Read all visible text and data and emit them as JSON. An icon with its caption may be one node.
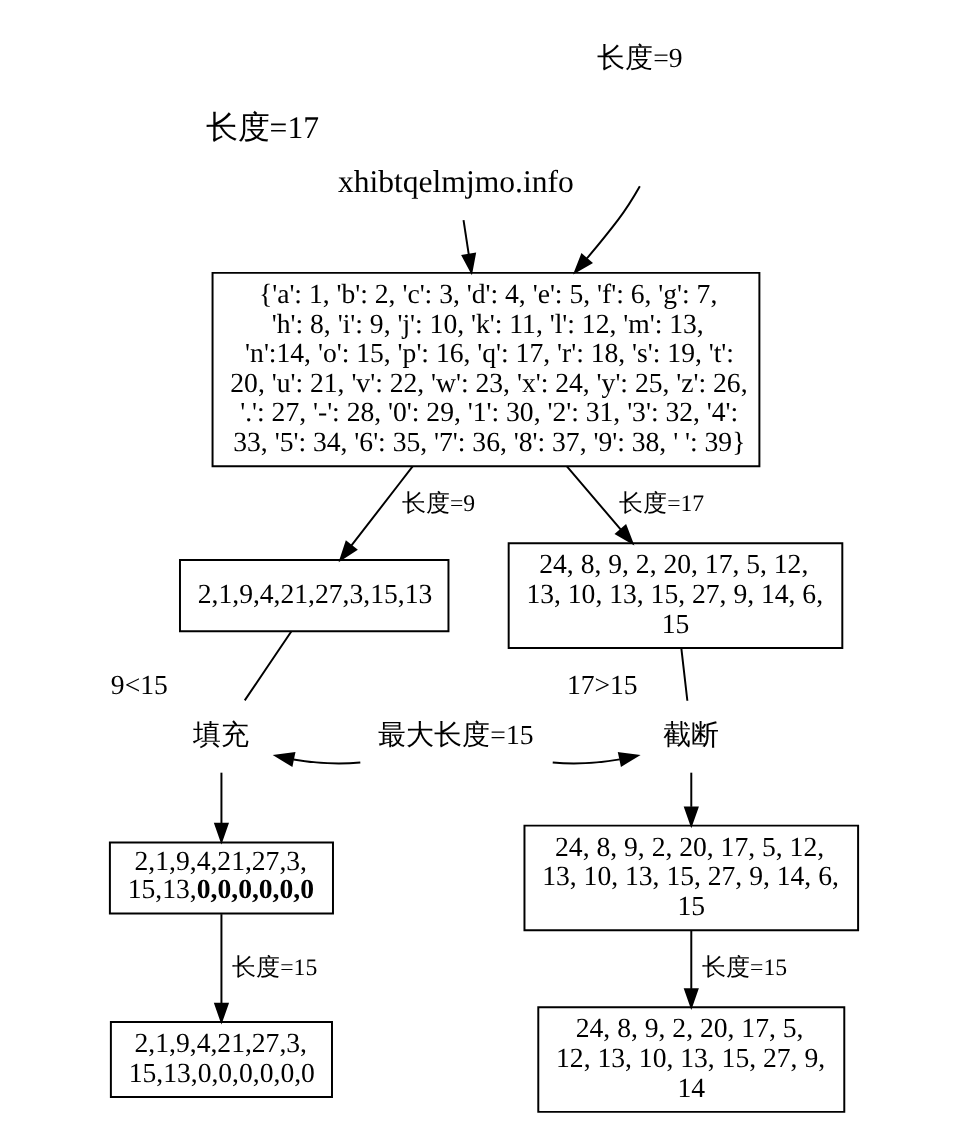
{
  "diagram": {
    "nodes": [
      {
        "text": [
          "xhibtqelmjmo.info"
        ],
        "beside": [
          "长度=17"
        ]
      },
      {
        "text": [
          "{'a': 1, 'b': 2, 'c': 3, 'd': 4, 'e': 5, 'f': 6, 'g': 7, 'h': 8, 'i': 9, 'j': 10, 'k': 11, 'l': 12, 'm': 13, 'n':14, 'o': 15, 'p': 16, 'q': 17, 'r': 18, 's': 19, 't': 20, 'u': 21, 'v': 22, 'w': 23, 'x': 24, 'y': 25, 'z': 26, '.': 27, '-': 28, '0': 29, '1': 30, '2': 31, '3': 32, '4': 33, '5': 34, '6': 35, '7': 36, '8': 37, '9': 38, ' ': 39}"
        ]
      },
      {
        "text": [
          "2,1,9,4,21,27,3,15,13"
        ]
      },
      {
        "text": [
          "24, 8, 9, 2, 20, 17, 5, 12, 13, 10, 13, 15, 27, 9, 14, 6, 15"
        ]
      },
      {
        "text": [
          "填充"
        ],
        "beside": [
          "9<15"
        ]
      },
      {
        "text": [
          "最大长度=15"
        ]
      },
      {
        "text": [
          "截断"
        ],
        "beside": [
          "17>15"
        ]
      },
      {
        "text": [
          "2,1,9,4,21,27,3, 15,13,**0,0,0,0,0,0**"
        ]
      },
      {
        "text": [
          "24, 8, 9, 2, 20, 17, 5, 12, 13, 10, 13, 15, 27, 9, 14, 6, 15"
        ]
      },
      {
        "text": [
          "2,1,9,4,21,27,3, 15,13,0,0,0,0,0,0"
        ]
      },
      {
        "text": [
          "24, 8, 9, 2, 20, 17, 5, 12, 13, 10, 13, 15, 27, 9, 14"
        ]
      }
    ],
    "edges": [
      {
        "from": null,
        "to": 1,
        "arrow": "to"
      },
      {
        "from": 0,
        "to": 1,
        "arrow": "to"
      },
      {
        "from": 1,
        "to": 2,
        "arrow": "to",
        "label": "长度=9"
      },
      {
        "from": 1,
        "to": 3,
        "arrow": "to",
        "label": "长度=17"
      },
      {
        "from": 2,
        "to": 4,
        "arrow": "none"
      },
      {
        "from": 4,
        "to": 7,
        "arrow": "to"
      },
      {
        "from": 3,
        "to": 6,
        "arrow": "none"
      },
      {
        "from": 6,
        "to": 8,
        "arrow": "to"
      },
      {
        "from": 5,
        "to": 4,
        "arrow": "to"
      },
      {
        "from": 5,
        "to": 6,
        "arrow": "to"
      },
      {
        "from": 7,
        "to": 9,
        "arrow": "to",
        "label": "长度=15"
      },
      {
        "from": 8,
        "to": 10,
        "arrow": "to",
        "label": "长度=15"
      }
    ],
    "labels": [
      "长度=9"
    ]
  }
}
